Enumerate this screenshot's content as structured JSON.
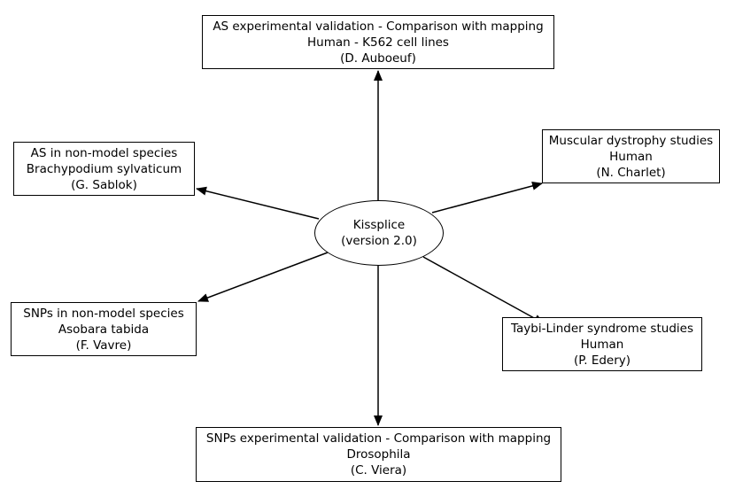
{
  "center": {
    "line1": "Kissplice",
    "line2": "(version 2.0)"
  },
  "nodes": {
    "top": {
      "line1": "AS experimental validation - Comparison with mapping",
      "line2": "Human - K562 cell lines",
      "line3": "(D. Auboeuf)"
    },
    "right_top": {
      "line1": "Muscular dystrophy studies",
      "line2": "Human",
      "line3": "(N. Charlet)"
    },
    "left_top": {
      "line1": "AS in non-model species",
      "line2": "Brachypodium sylvaticum",
      "line3": "(G. Sablok)"
    },
    "left_bottom": {
      "line1": "SNPs in non-model species",
      "line2": "Asobara tabida",
      "line3": "(F. Vavre)"
    },
    "right_bottom": {
      "line1": "Taybi-Linder syndrome studies",
      "line2": "Human",
      "line3": "(P. Edery)"
    },
    "bottom": {
      "line1": "SNPs experimental validation - Comparison with mapping",
      "line2": "Drosophila",
      "line3": "(C. Viera)"
    }
  },
  "style": {
    "stroke_color": "#000000",
    "background": "#ffffff"
  }
}
